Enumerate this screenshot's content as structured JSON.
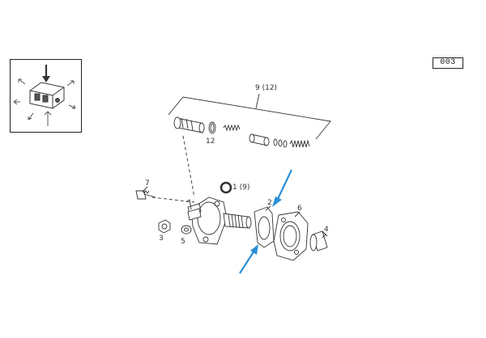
{
  "page_code": "003",
  "callouts": {
    "c1": "1 (9)",
    "c2": "2",
    "c3": "3",
    "c4": "4",
    "c5": "5",
    "c6": "6",
    "c7": "7",
    "c9": "9 (12)",
    "c12": "12"
  },
  "colors": {
    "line": "#333333",
    "arrow": "#2b8fd6"
  },
  "icons": [
    "direction-arrow-icon",
    "blue-pointer-arrow-icon"
  ]
}
